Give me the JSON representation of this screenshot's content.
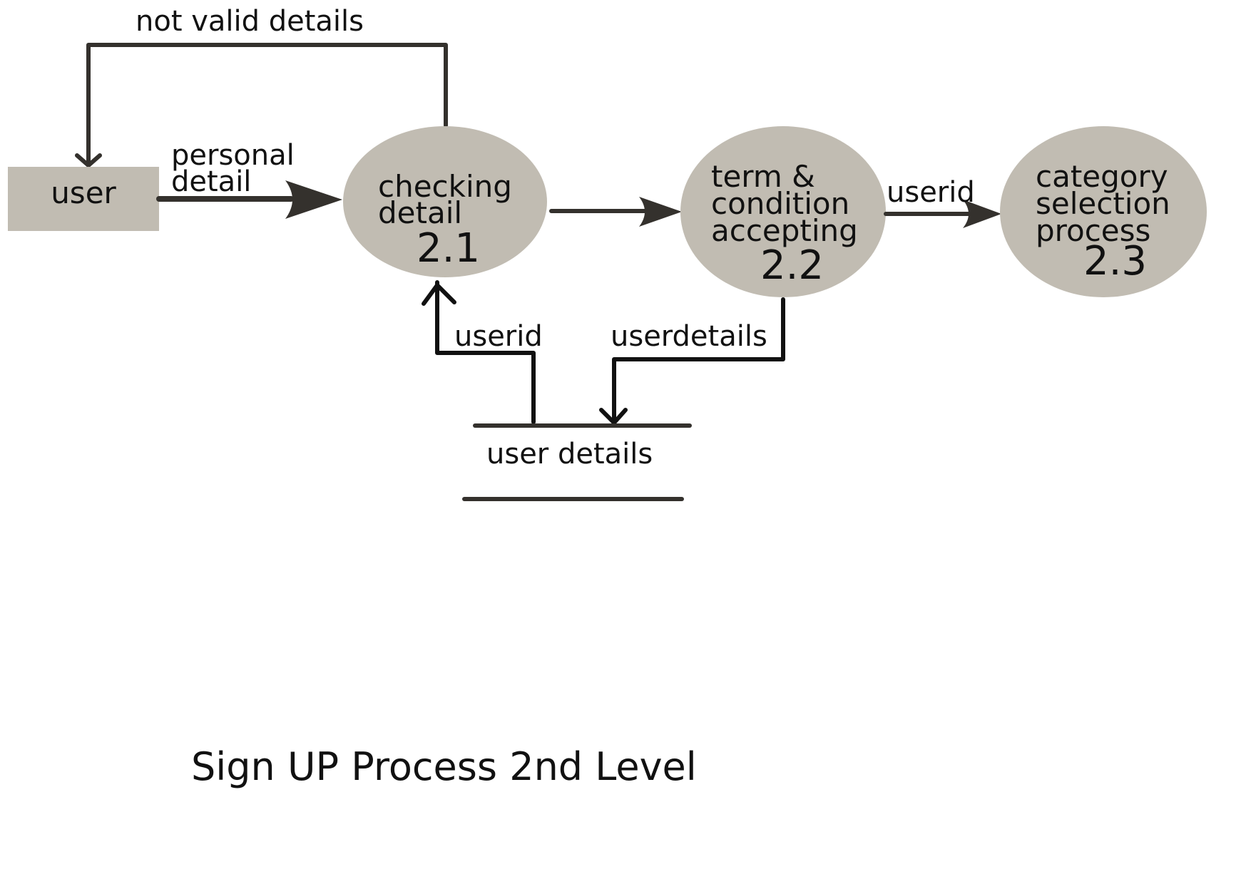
{
  "colors": {
    "shape_fill": "#c1bcb2",
    "line": "#34312d",
    "text": "#111111"
  },
  "entities": {
    "user": "user"
  },
  "processes": [
    {
      "lines": [
        "checking",
        "detail"
      ],
      "number": "2.1"
    },
    {
      "lines": [
        "term &",
        "condition",
        "accepting"
      ],
      "number": "2.2"
    },
    {
      "lines": [
        "category",
        "selection",
        "process"
      ],
      "number": "2.3"
    }
  ],
  "data_store": {
    "label": "user details"
  },
  "flows": {
    "not_valid": "not valid details",
    "personal_detail": [
      "personal",
      "detail"
    ],
    "userid_to_category": "userid",
    "userid_from_store": "userid",
    "userdetails_to_store": "userdetails"
  },
  "caption": "Sign UP Process 2nd Level"
}
